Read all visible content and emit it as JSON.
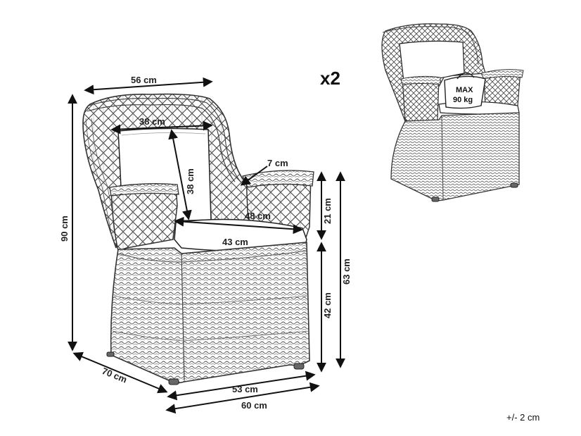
{
  "dimensions": {
    "back_width": "56 cm",
    "seat_back_width": "38 cm",
    "seat_back_height": "38 cm",
    "arm_width": "7 cm",
    "seat_depth": "48 cm",
    "seat_width": "43 cm",
    "total_height": "90 cm",
    "arm_height_above_seat": "21 cm",
    "seat_height": "42 cm",
    "arm_height": "63 cm",
    "depth": "70 cm",
    "front_width": "53 cm",
    "total_width": "60 cm"
  },
  "quantity": "x2",
  "max_load": {
    "line1": "MAX",
    "line2": "90 kg"
  },
  "tolerance": "+/- 2 cm"
}
